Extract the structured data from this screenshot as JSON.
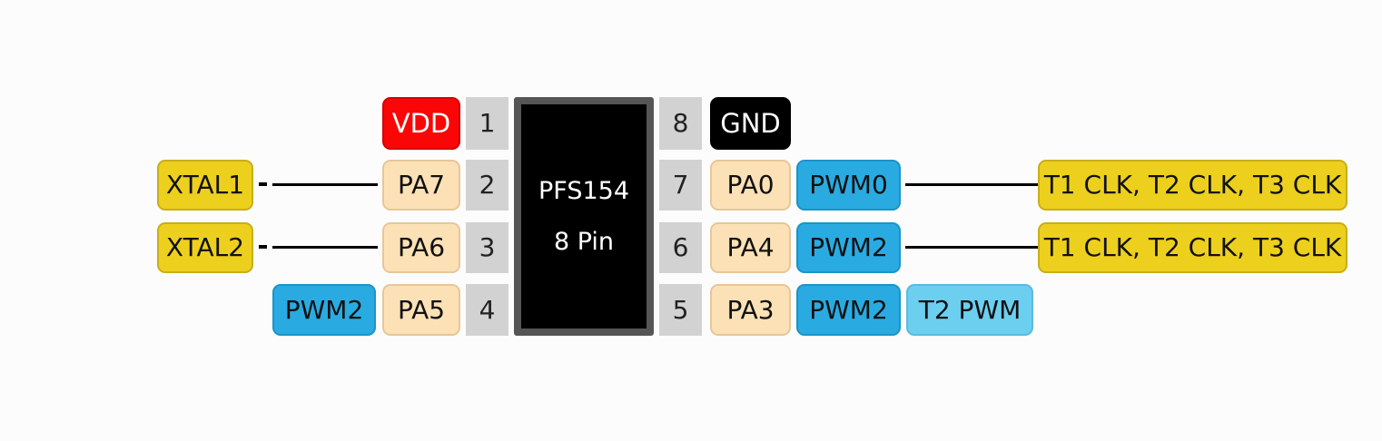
{
  "chip": {
    "name": "PFS154",
    "subtitle": "8 Pin"
  },
  "left_column": {
    "rows": [
      {
        "pin": "1",
        "signal": "VDD",
        "alt": null,
        "far": null,
        "wire": false
      },
      {
        "pin": "2",
        "signal": "PA7",
        "alt": null,
        "far": "XTAL1",
        "wire": true
      },
      {
        "pin": "3",
        "signal": "PA6",
        "alt": null,
        "far": "XTAL2",
        "wire": true
      },
      {
        "pin": "4",
        "signal": "PA5",
        "alt": "PWM2",
        "far": null,
        "wire": false
      }
    ]
  },
  "right_column": {
    "rows": [
      {
        "pin": "8",
        "signal": "GND",
        "alt": null,
        "far": null,
        "wire": false
      },
      {
        "pin": "7",
        "signal": "PA0",
        "alt": "PWM0",
        "far": "T1 CLK, T2 CLK, T3 CLK",
        "wire": true
      },
      {
        "pin": "6",
        "signal": "PA4",
        "alt": "PWM2",
        "far": "T1 CLK, T2 CLK, T3 CLK",
        "wire": true
      },
      {
        "pin": "5",
        "signal": "PA3",
        "alt": "PWM2",
        "far": "T2 PWM",
        "wire": false
      }
    ]
  },
  "colors": {
    "background": "#fcfcfc",
    "vdd": "#fb0606",
    "gnd": "#000000",
    "port": "#fbe1b5",
    "pin_number": "#d2d2d2",
    "yellow": "#edd01e",
    "blue": "#29abe2",
    "light_blue": "#6ccff0",
    "chip_body": "#000000",
    "chip_border": "#555555"
  }
}
